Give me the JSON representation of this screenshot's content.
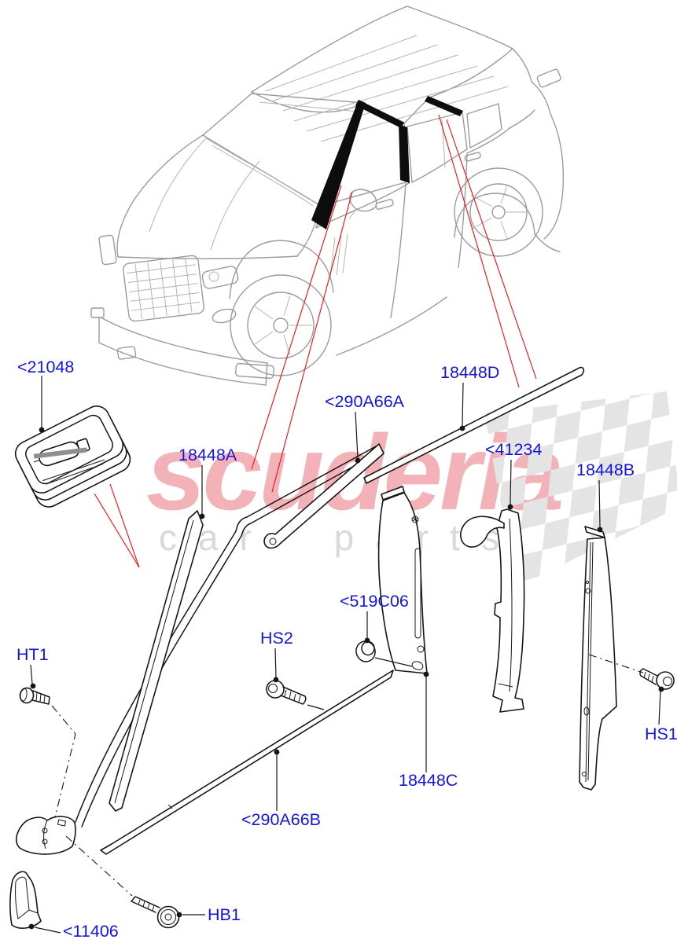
{
  "watermark": {
    "brand": "scuderia",
    "tagline": "car parts"
  },
  "colors": {
    "label_blue": "#1414dd",
    "leader_black": "#161616",
    "highlight_red": "#f40b0b",
    "car_line_gray": "#9b9b9b",
    "watermark_brand_red": "#f2b2b7",
    "watermark_tagline_gray": "#d9d9d9",
    "checker_gray": "#e4e4e4"
  },
  "callouts": [
    {
      "id": "21048",
      "text": "<21048"
    },
    {
      "id": "18448A",
      "text": "18448A"
    },
    {
      "id": "290A66A",
      "text": "<290A66A"
    },
    {
      "id": "18448D",
      "text": "18448D"
    },
    {
      "id": "41234",
      "text": "<41234"
    },
    {
      "id": "18448B",
      "text": "18448B"
    },
    {
      "id": "519C06",
      "text": "<519C06"
    },
    {
      "id": "HS2",
      "text": "HS2"
    },
    {
      "id": "HT1",
      "text": "HT1"
    },
    {
      "id": "HS1",
      "text": "HS1"
    },
    {
      "id": "18448C",
      "text": "18448C"
    },
    {
      "id": "290A66B",
      "text": "<290A66B"
    },
    {
      "id": "HB1",
      "text": "HB1"
    },
    {
      "id": "11406",
      "text": "<11406"
    }
  ]
}
